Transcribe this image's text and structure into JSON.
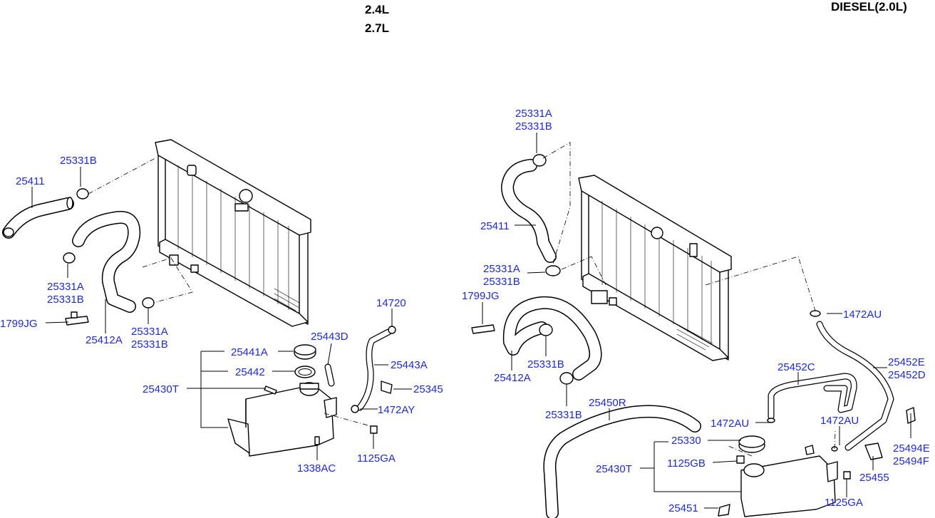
{
  "headers": {
    "engine_a": "2.4L",
    "engine_b": "2.7L",
    "engine_c": "DIESEL(2.0L)"
  },
  "left": {
    "p_25331B_top": "25331B",
    "p_25411": "25411",
    "p_25331A": "25331A",
    "p_25331B_mid": "25331B",
    "p_1799JG": "1799JG",
    "p_25412A": "25412A",
    "p_25331A_low": "25331A",
    "p_25331B_low": "25331B",
    "p_25441A": "25441A",
    "p_25442": "25442",
    "p_25430T": "25430T",
    "p_25443D": "25443D",
    "p_14720": "14720",
    "p_25443A": "25443A",
    "p_25345": "25345",
    "p_1472AY": "1472AY",
    "p_1125GA": "1125GA",
    "p_1338AC": "1338AC"
  },
  "right": {
    "p_25331A_top": "25331A",
    "p_25331B_top": "25331B",
    "p_25411": "25411",
    "p_25331A_mid": "25331A",
    "p_25331B_mid": "25331B",
    "p_1799JG": "1799JG",
    "p_25412A": "25412A",
    "p_25331B_clamp": "25331B",
    "p_25331B_low": "25331B",
    "p_25450R": "25450R",
    "p_1472AU_a": "1472AU",
    "p_25452C": "25452C",
    "p_1472AU_b": "1472AU",
    "p_25452E": "25452E",
    "p_25452D": "25452D",
    "p_1472AU_c": "1472AU",
    "p_25330": "25330",
    "p_1125GB": "1125GB",
    "p_25430T": "25430T",
    "p_25494E": "25494E",
    "p_25494F": "25494F",
    "p_25455": "25455",
    "p_1125GA": "1125GA",
    "p_25451": "25451"
  },
  "colors": {
    "label": "#1e2bd6",
    "line": "#000000",
    "background": "#ffffff"
  }
}
